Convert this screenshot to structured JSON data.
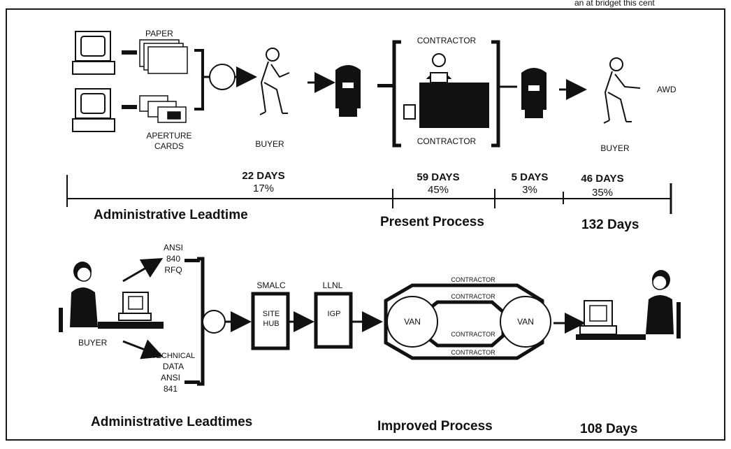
{
  "top_edge_text": "an at bridget this cent",
  "present": {
    "paper": "PAPER",
    "aperture_1": "APERTURE",
    "aperture_2": "CARDS",
    "buyer": "BUYER",
    "contractor_top": "CONTRACTOR",
    "contractor_bottom": "CONTRACTOR",
    "buyer2": "BUYER",
    "awd": "AWD"
  },
  "timeline": {
    "segments": [
      {
        "days": "22 DAYS",
        "pct": "17%"
      },
      {
        "days": "59 DAYS",
        "pct": "45%"
      },
      {
        "days": "5 DAYS",
        "pct": "3%"
      },
      {
        "days": "46 DAYS",
        "pct": "35%"
      }
    ]
  },
  "mid_labels": {
    "left": "Administrative Leadtime",
    "center": "Present Process",
    "right": "132 Days"
  },
  "improved": {
    "ansi840_1": "ANSI",
    "ansi840_2": "840",
    "ansi840_3": "RFQ",
    "buyer": "BUYER",
    "tech_1": "TECHNICAL",
    "tech_2": "DATA",
    "tech_3": "ANSI",
    "tech_4": "841",
    "smalc": "SMALC",
    "site_1": "SITE",
    "site_2": "HUB",
    "llnl": "LLNL",
    "igp": "IGP",
    "van_left": "VAN",
    "van_right": "VAN",
    "contractors": [
      "CONTRACTOR",
      "CONTRACTOR",
      "CONTRACTOR",
      "CONTRACTOR"
    ]
  },
  "bottom_labels": {
    "left": "Administrative Leadtimes",
    "center": "Improved Process",
    "right": "108 Days"
  }
}
